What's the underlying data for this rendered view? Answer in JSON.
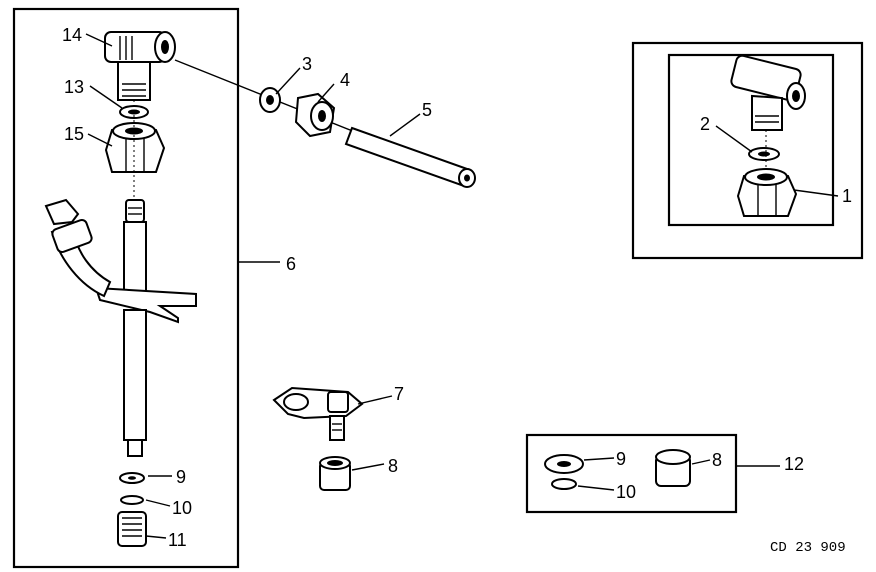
{
  "callouts": {
    "c14": "14",
    "c13": "13",
    "c15": "15",
    "c3": "3",
    "c4": "4",
    "c5": "5",
    "c6": "6",
    "c2": "2",
    "c1": "1",
    "c7": "7",
    "c8": "8",
    "c9": "9",
    "c10": "10",
    "c11": "11",
    "k9": "9",
    "k10": "10",
    "k8": "8",
    "k12": "12"
  },
  "drawing_code": "CD 23 909",
  "colors": {
    "ink": "#000000",
    "paper": "#ffffff"
  }
}
